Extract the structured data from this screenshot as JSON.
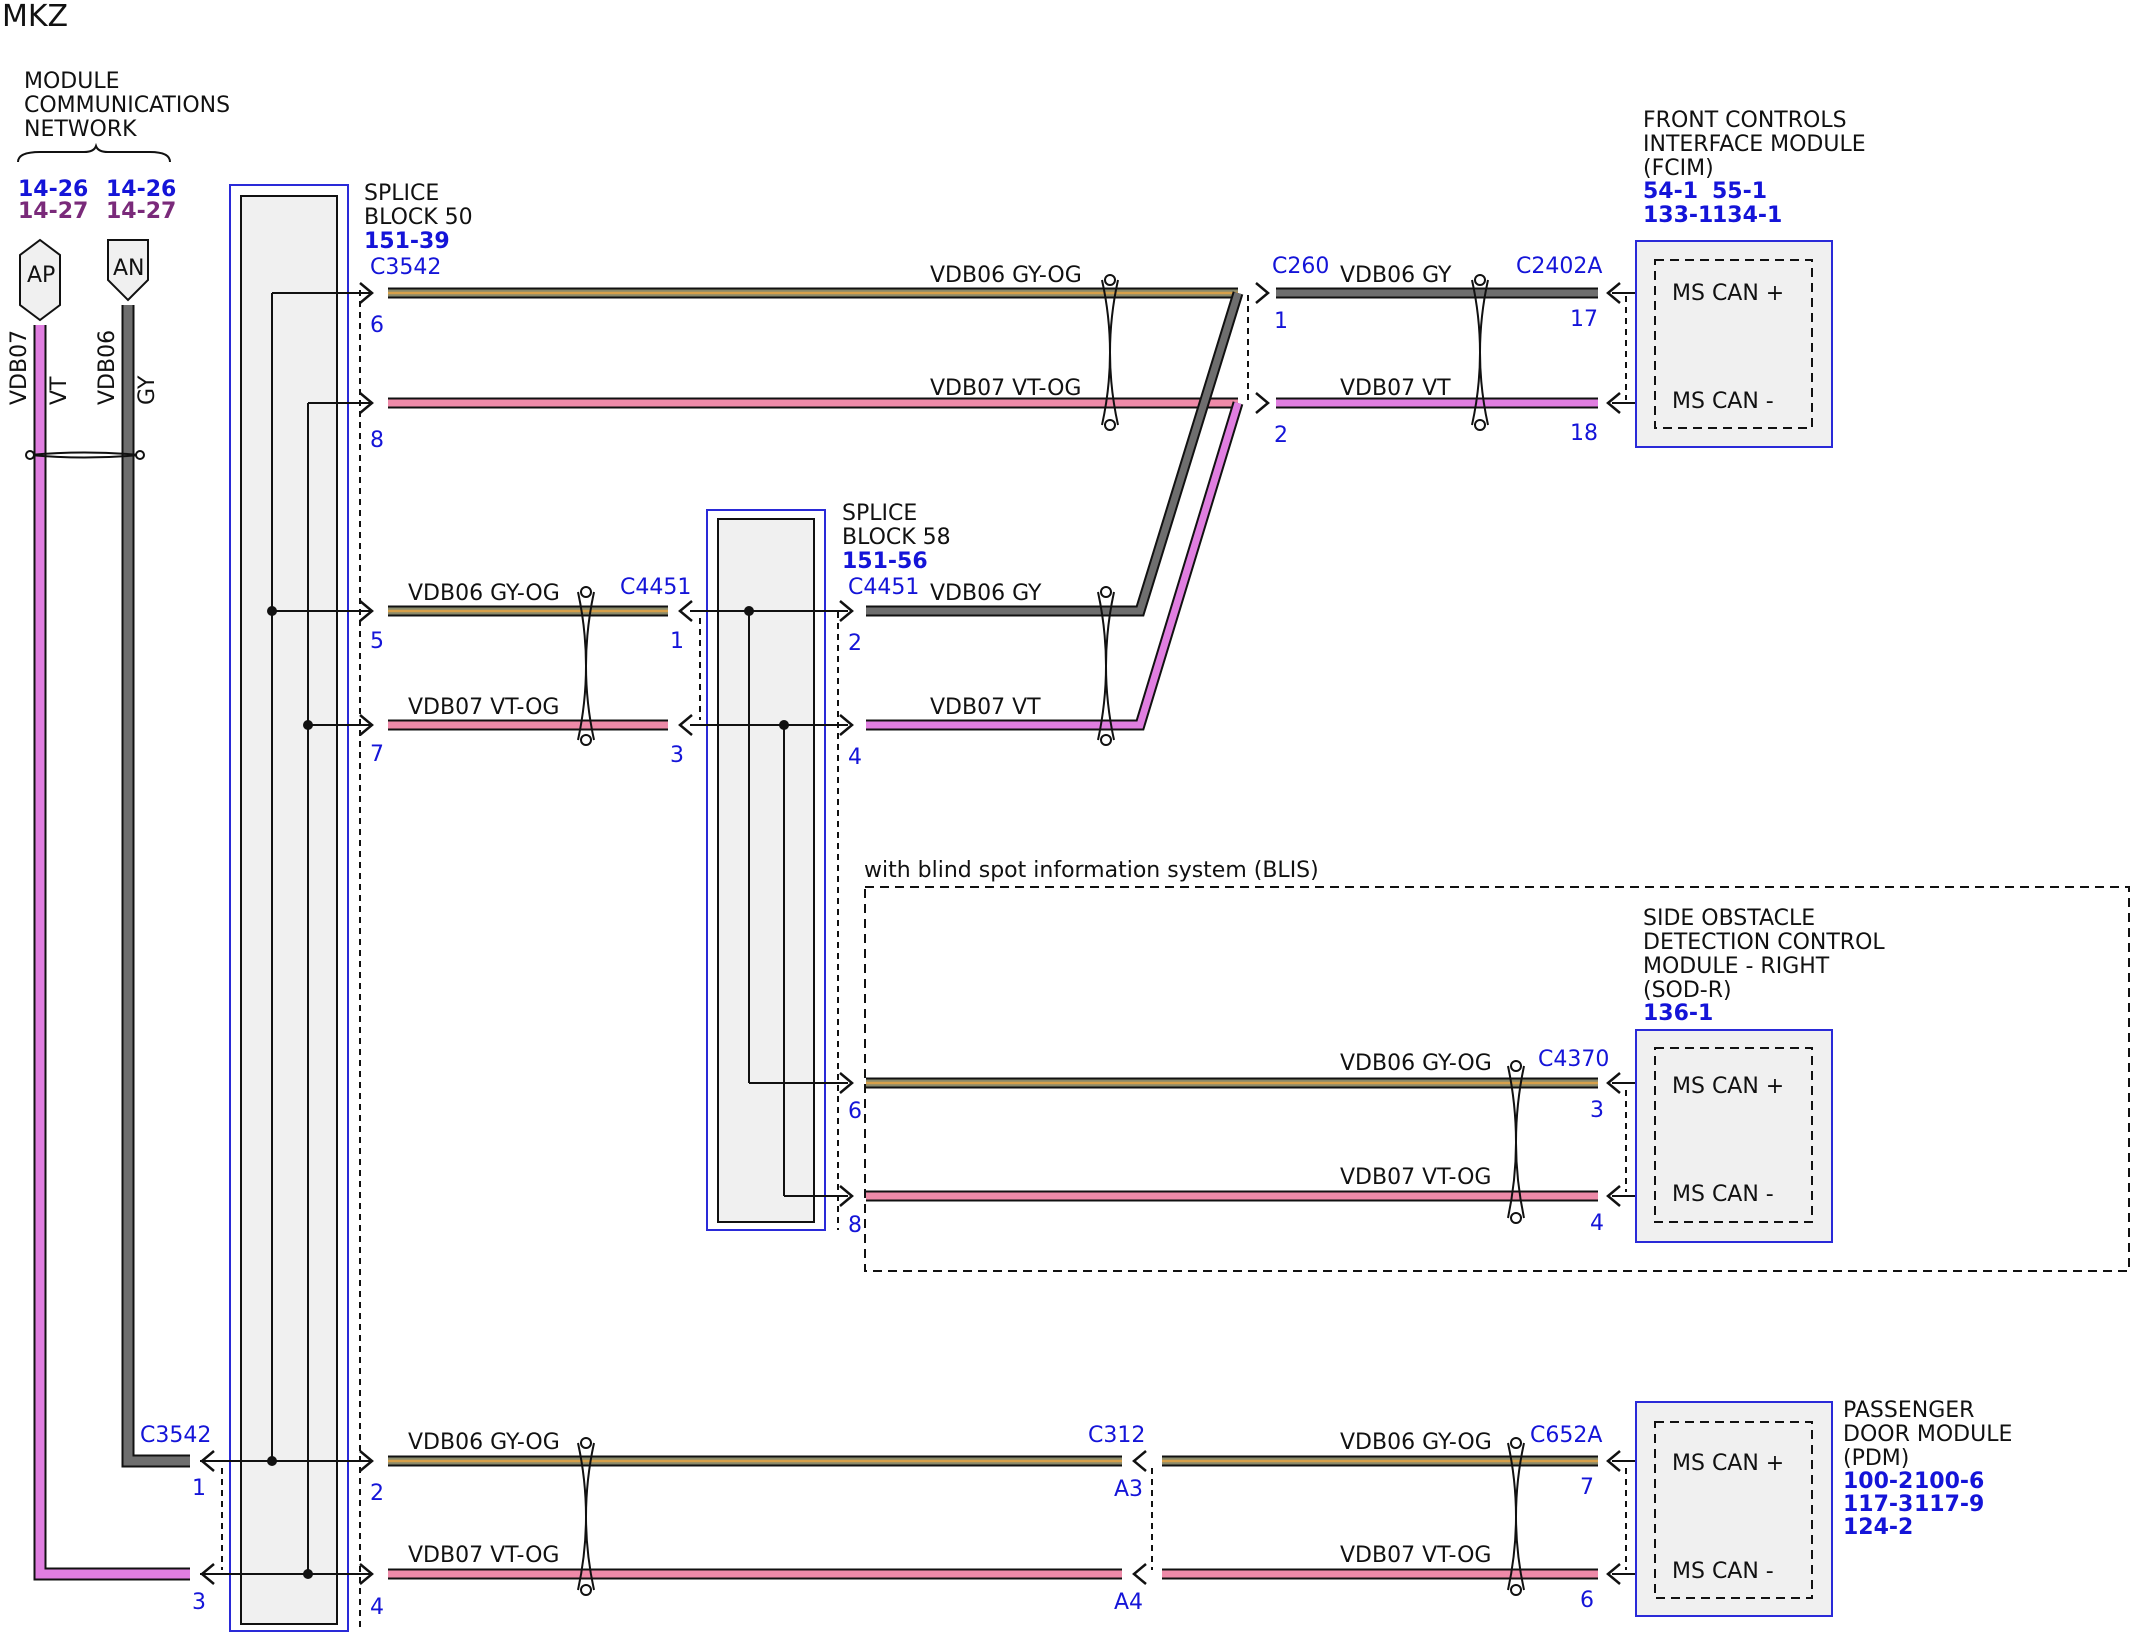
{
  "title": "MKZ",
  "network": {
    "label_lines": [
      "MODULE",
      "COMMUNICATIONS",
      "NETWORK"
    ],
    "refs_left": [
      "14-26",
      "14-27"
    ],
    "refs_right": [
      "14-26",
      "14-27"
    ],
    "tag_ap": "AP",
    "tag_an": "AN",
    "wire_left_circuit": "VDB07",
    "wire_left_color": "VT",
    "wire_right_circuit": "VDB06",
    "wire_right_color": "GY"
  },
  "splice50": {
    "label_lines": [
      "SPLICE",
      "BLOCK 50"
    ],
    "ref": "151-39",
    "connector": "C3542",
    "pins": [
      "6",
      "8",
      "5",
      "7",
      "2",
      "4"
    ]
  },
  "splice58": {
    "label_lines": [
      "SPLICE",
      "BLOCK 58"
    ],
    "ref": "151-56",
    "connector": "C4451",
    "pins": [
      "2",
      "4",
      "6",
      "8"
    ]
  },
  "fcim": {
    "label_lines": [
      "FRONT CONTROLS",
      "INTERFACE MODULE",
      "(FCIM)"
    ],
    "refs": [
      "54-1",
      "55-1",
      "133-1",
      "134-1"
    ],
    "connector": "C2402A",
    "pins": [
      "17",
      "18"
    ],
    "pos": "MS CAN +",
    "neg": "MS CAN -"
  },
  "sod": {
    "option_label": "with blind spot information system (BLIS)",
    "label_lines": [
      "SIDE OBSTACLE",
      "DETECTION CONTROL",
      "MODULE - RIGHT",
      "(SOD-R)"
    ],
    "ref": "136-1",
    "connector": "C4370",
    "pins": [
      "3",
      "4"
    ],
    "pos": "MS CAN +",
    "neg": "MS CAN -"
  },
  "pdm": {
    "label_lines": [
      "PASSENGER",
      "DOOR MODULE",
      "(PDM)"
    ],
    "refs": [
      "100-2",
      "100-6",
      "117-3",
      "117-9",
      "124-2"
    ],
    "connector": "C652A",
    "pins": [
      "7",
      "6"
    ],
    "pos": "MS CAN +",
    "neg": "MS CAN -"
  },
  "c260": {
    "name": "C260",
    "pins": [
      "1",
      "2"
    ]
  },
  "c4451_in": {
    "name": "C4451",
    "pins": [
      "1",
      "3"
    ]
  },
  "c3542_left": {
    "name": "C3542",
    "pins": [
      "1",
      "3"
    ]
  },
  "c312": {
    "name": "C312",
    "pins": [
      "A3",
      "A4"
    ]
  },
  "wires": {
    "gy_og": "VDB06  GY-OG",
    "vt_og": "VDB07  VT-OG",
    "gy": "VDB06  GY",
    "vt": "VDB07  VT"
  },
  "colors": {
    "gy": "#6e6e6e",
    "vt": "#e07ee0",
    "gy_og_base": "#8a8a6a",
    "gy_og_stripe": "#d7a04a",
    "vt_og": "#ee8aa8",
    "module_border": "#2a2ad8",
    "pin_blue": "#1414d8"
  }
}
